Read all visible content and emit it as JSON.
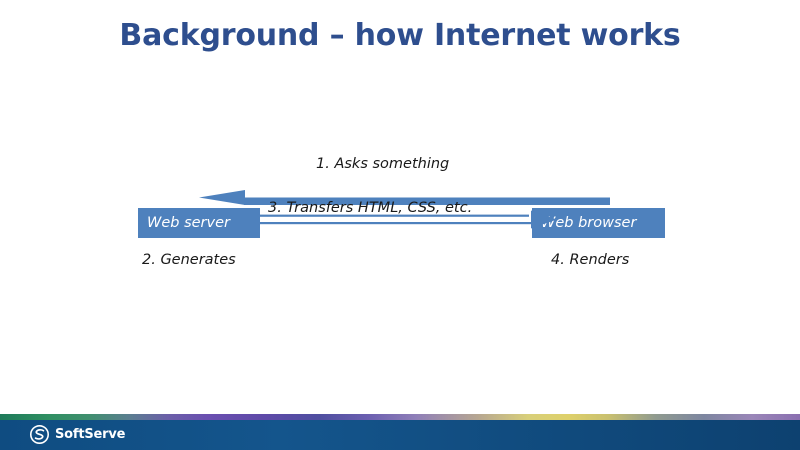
{
  "slide": {
    "title": "Background – how Internet works",
    "background_color": "#ffffff",
    "title_color": "#2E4E8E"
  },
  "diagram": {
    "type": "sequence-flow",
    "accent_color": "#4E81BD",
    "nodes": [
      {
        "id": "web-server",
        "label": "Web server"
      },
      {
        "id": "web-browser",
        "label": "Web browser"
      }
    ],
    "arrows": [
      {
        "id": "request-arrow",
        "direction": "right-to-left",
        "from": "web-browser",
        "to": "web-server"
      },
      {
        "id": "response-arrow",
        "direction": "left-to-right",
        "from": "web-server",
        "to": "web-browser"
      }
    ],
    "steps": [
      {
        "number": "1",
        "text": "1. Asks something"
      },
      {
        "number": "2",
        "text": "2. Generates"
      },
      {
        "number": "3",
        "text": "3. Transfers HTML, CSS, etc."
      },
      {
        "number": "4",
        "text": "4. Renders"
      }
    ]
  },
  "footer": {
    "brand": "SoftServe",
    "logo_icon": "softserve-s-logo-icon",
    "bar_color": "#0f4c81"
  }
}
